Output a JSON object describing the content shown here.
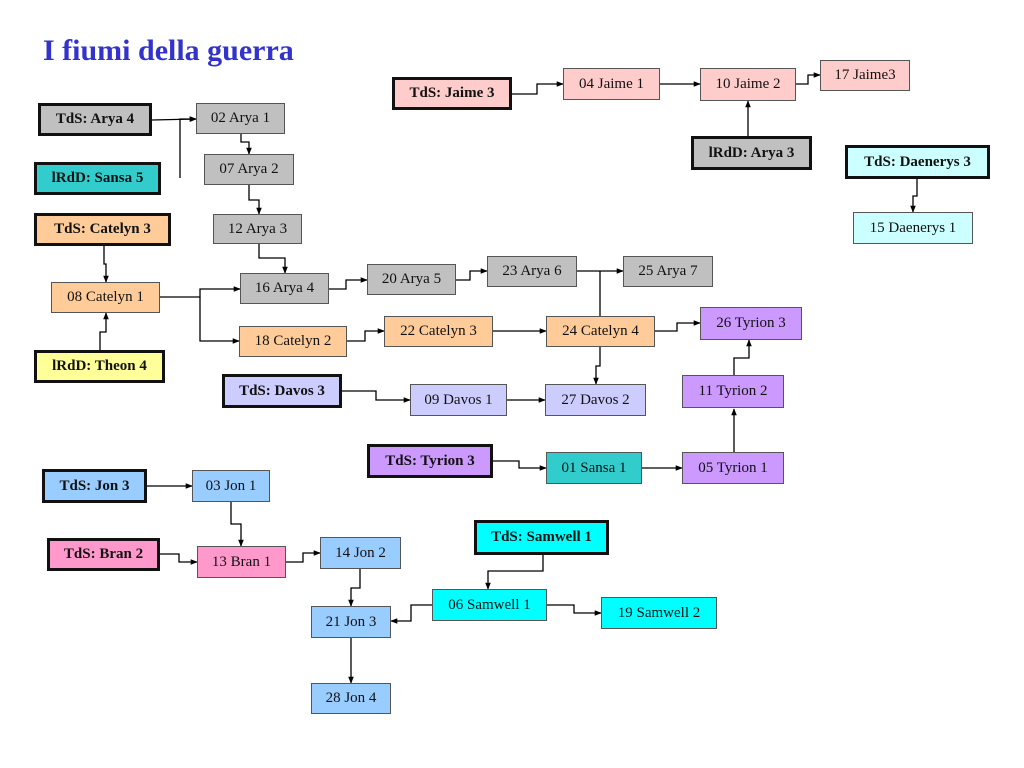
{
  "title": "I fiumi della guerra",
  "colors": {
    "title": "#3333cc",
    "arya": "#c0c0c0",
    "catelyn": "#ffcc99",
    "theon": "#ffff99",
    "sansa": "#33cccc",
    "jaime": "#ffcccc",
    "daenerys": "#ccffff",
    "davos": "#ccccff",
    "tyrion": "#cc99ff",
    "jon": "#99ccff",
    "bran": "#ff99cc",
    "samwell": "#00ffff"
  },
  "nodes": {
    "tds_arya4": "TdS: Arya 4",
    "lrdd_sansa5": "lRdD: Sansa 5",
    "tds_catelyn3": "TdS: Catelyn 3",
    "lrdd_theon4": "lRdD: Theon 4",
    "tds_jaime3": "TdS: Jaime 3",
    "lrdd_arya3": "lRdD: Arya 3",
    "tds_daenerys3": "TdS: Daenerys 3",
    "tds_davos3": "TdS: Davos 3",
    "tds_tyrion3": "TdS: Tyrion 3",
    "tds_jon3": "TdS: Jon 3",
    "tds_bran2": "TdS: Bran 2",
    "tds_samwell1": "TdS: Samwell 1",
    "arya1": "02 Arya 1",
    "arya2": "07 Arya 2",
    "arya3": "12 Arya 3",
    "arya4": "16 Arya 4",
    "arya5": "20 Arya 5",
    "arya6": "23 Arya 6",
    "arya7": "25 Arya 7",
    "catelyn1": "08 Catelyn 1",
    "catelyn2": "18 Catelyn 2",
    "catelyn3": "22 Catelyn 3",
    "catelyn4": "24 Catelyn 4",
    "jaime1": "04 Jaime 1",
    "jaime2": "10 Jaime 2",
    "jaime3": "17 Jaime3",
    "daenerys1": "15 Daenerys 1",
    "tyrion3": "26 Tyrion 3",
    "tyrion2": "11 Tyrion 2",
    "tyrion1": "05 Tyrion 1",
    "davos1": "09 Davos 1",
    "davos2": "27 Davos 2",
    "sansa1": "01 Sansa 1",
    "jon1": "03 Jon 1",
    "jon2": "14 Jon 2",
    "jon3": "21 Jon 3",
    "jon4": "28 Jon 4",
    "bran1": "13 Bran 1",
    "samwell1": "06 Samwell 1",
    "samwell2": "19 Samwell 2"
  }
}
